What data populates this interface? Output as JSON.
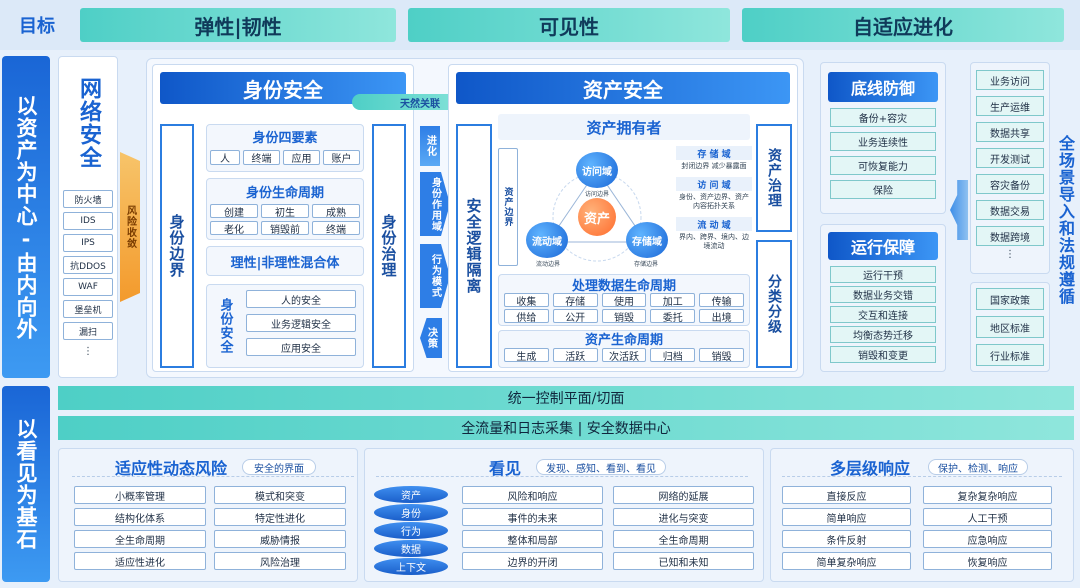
{
  "top": {
    "label": "目标",
    "items": [
      "弹性|韧性",
      "可见性",
      "自适应进化"
    ]
  },
  "left_side": {
    "top": "以资产为中心-由内向外",
    "bottom": "以看见为基石"
  },
  "network": {
    "title": "网络安全",
    "items": [
      "防火墙",
      "IDS",
      "IPS",
      "抗DDOS",
      "WAF",
      "堡垒机",
      "漏扫",
      "⋮"
    ],
    "tag": "风险收敛"
  },
  "identity": {
    "title": "身份安全",
    "border": "身份边界",
    "governance": "身份治理",
    "four": {
      "title": "身份四要素",
      "items": [
        "人",
        "终端",
        "应用",
        "账户"
      ]
    },
    "lifecycle": {
      "title": "身份生命周期",
      "items": [
        "创建",
        "初生",
        "成熟",
        "老化",
        "销毁前",
        "终端"
      ]
    },
    "hybrid": "理性|非理性混合体",
    "sec": {
      "label": "身份安全",
      "items": [
        "人的安全",
        "业务逻辑安全",
        "应用安全"
      ]
    }
  },
  "link": "天然关联",
  "arrows": {
    "a1": "进化",
    "a2": "身份作用域",
    "a3": "行为模式",
    "a4": "决策"
  },
  "asset": {
    "title": "资产安全",
    "isolation": "安全逻辑隔离",
    "governance": "资产治理",
    "classify": "分类分级",
    "owner": "资产拥有者",
    "border": "资产边界",
    "center": "资产",
    "domains": {
      "visit": "访问域",
      "store": "存储域",
      "flow": "流动域"
    },
    "small": {
      "visit": "访问边界",
      "store": "存储边界",
      "flow": "流动边界"
    },
    "notes": [
      {
        "t": "存 储 域",
        "d": "封闭边界 减少暴露面"
      },
      {
        "t": "访 问 域",
        "d": "身份、资产边界、资产内容拓扑关系"
      },
      {
        "t": "流 动 域",
        "d": "界内、跨界、境内、边境流动"
      }
    ],
    "data_life": {
      "title": "处理数据生命周期",
      "items": [
        "收集",
        "存储",
        "使用",
        "加工",
        "传输",
        "供给",
        "公开",
        "销毁",
        "委托",
        "出境"
      ]
    },
    "asset_life": {
      "title": "资产生命周期",
      "items": [
        "生成",
        "活跃",
        "次活跃",
        "归档",
        "销毁"
      ]
    }
  },
  "bottom_line": {
    "title": "底线防御",
    "items": [
      "备份+容灾",
      "业务连续性",
      "可恢复能力",
      "保险"
    ]
  },
  "ops": {
    "title": "运行保障",
    "items": [
      "运行干预",
      "数据业务交错",
      "交互和连接",
      "均衡态势迁移",
      "销毁和变更"
    ]
  },
  "scenes": {
    "items": [
      "业务访问",
      "生产运维",
      "数据共享",
      "开发测试",
      "容灾备份",
      "数据交易",
      "数据跨境",
      "⋮"
    ],
    "policies": [
      "国家政策",
      "地区标准",
      "行业标准"
    ],
    "label": "全场景导入和法规遵循"
  },
  "bars": {
    "b1": "统一控制平面/切面",
    "b2": "全流量和日志采集 | 安全数据中心"
  },
  "risk": {
    "title": "适应性动态风险",
    "tag": "安全的界面",
    "items": [
      "小概率管理",
      "模式和突变",
      "结构化体系",
      "特定性进化",
      "全生命周期",
      "威胁情报",
      "适应性进化",
      "风险治理"
    ]
  },
  "see": {
    "title": "看见",
    "tag": "发现、感知、看到、看见",
    "stack": [
      "资产",
      "身份",
      "行为",
      "数据",
      "上下文"
    ],
    "items": [
      "风险和响应",
      "网络的延展",
      "事件的未来",
      "进化与突变",
      "整体和局部",
      "全生命周期",
      "边界的开闭",
      "已知和未知"
    ]
  },
  "resp": {
    "title": "多层级响应",
    "tag": "保护、检测、响应",
    "items": [
      "直接反应",
      "复杂复杂响应",
      "简单响应",
      "人工干预",
      "条件反射",
      "应急响应",
      "简单复杂响应",
      "恢复响应"
    ]
  }
}
